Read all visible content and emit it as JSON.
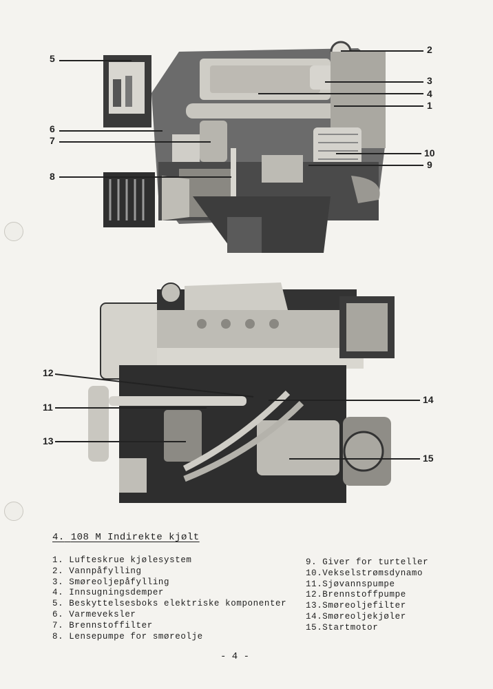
{
  "section": {
    "number": "4.",
    "title": "108 M Indirekte kjølt"
  },
  "top_figure": {
    "callouts": [
      "5",
      "2",
      "3",
      "4",
      "1",
      "6",
      "7",
      "10",
      "9",
      "8"
    ]
  },
  "bottom_figure": {
    "callouts": [
      "12",
      "14",
      "11",
      "13",
      "15"
    ]
  },
  "legend_left": [
    "1. Lufteskrue kjølesystem",
    "2. Vannpåfylling",
    "3. Smøreoljepåfylling",
    "4. Innsugningsdemper",
    "5. Beskyttelsesboks elektriske komponenter",
    "6. Varmeveksler",
    "7. Brennstoffilter",
    "8. Lensepumpe for smøreolje"
  ],
  "legend_right": [
    "9. Giver for turteller",
    "10.Vekselstrømsdynamo",
    "11.Sjøvannspumpe",
    "12.Brennstoffpumpe",
    "13.Smøreoljefilter",
    "14.Smøreoljekjøler",
    "15.Startmotor"
  ],
  "page_number": "- 4 -"
}
